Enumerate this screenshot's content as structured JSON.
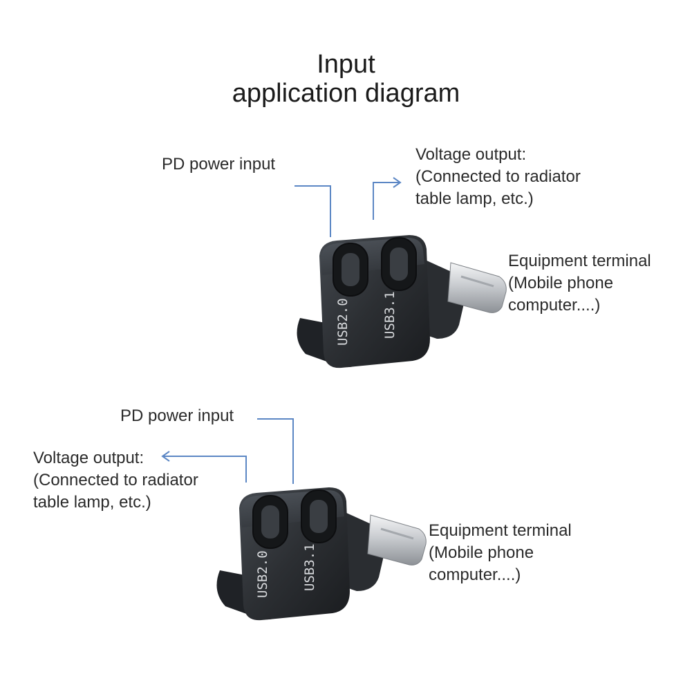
{
  "title": {
    "line1": "Input",
    "line2": "application diagram"
  },
  "diagrams": [
    {
      "pd_label": "PD power input",
      "voltage_label": [
        "Voltage output:",
        "(Connected to radiator",
        "table lamp, etc.)"
      ],
      "equipment_label": [
        "Equipment terminal",
        "(Mobile phone",
        "computer....)"
      ],
      "port_labels": [
        "USB2.0",
        "USB3.1"
      ]
    },
    {
      "pd_label": "PD power input",
      "voltage_label": [
        "Voltage output:",
        "(Connected to radiator",
        "table lamp, etc.)"
      ],
      "equipment_label": [
        "Equipment terminal",
        "(Mobile phone",
        "computer....)"
      ],
      "port_labels": [
        "USB2.0",
        "USB3.1"
      ]
    }
  ],
  "colors": {
    "arrow": "#5b86c4",
    "device": "#2c2f33",
    "text": "#2a2a2a"
  }
}
